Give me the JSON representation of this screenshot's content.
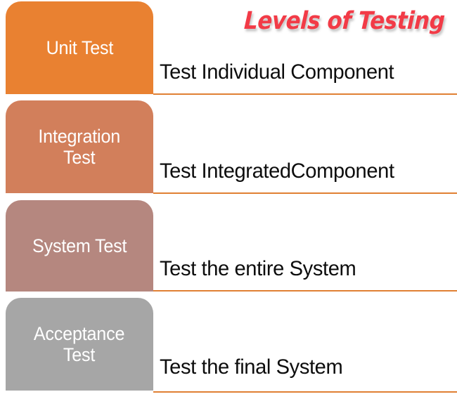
{
  "title": {
    "text": "Levels of Testing",
    "color": "#f23b47"
  },
  "colors": {
    "divider": "#e08033",
    "label_text": "#ffffff",
    "description_text": "#0d0d0d",
    "background": "#ffffff"
  },
  "levels": [
    {
      "label": "Unit Test",
      "description": "Test Individual Component",
      "block_color": "#e98131"
    },
    {
      "label": "Integration\nTest",
      "description": "Test IntegratedComponent",
      "block_color": "#d27f5b"
    },
    {
      "label": "System Test",
      "description": "Test the entire System",
      "block_color": "#b5877f"
    },
    {
      "label": "Acceptance\nTest",
      "description": "Test the final System",
      "block_color": "#a6a6a6"
    }
  ]
}
